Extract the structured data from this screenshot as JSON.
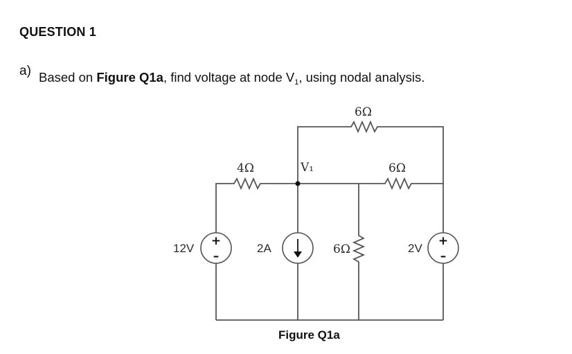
{
  "question": {
    "title": "QUESTION 1",
    "part_label": "a)",
    "text_before": "Based on ",
    "figure_ref": "Figure Q1a",
    "text_middle": ", find voltage at node V",
    "node_subscript": "1",
    "text_after": ", using nodal analysis."
  },
  "circuit": {
    "node_label": "V₁",
    "resistor_top": "6Ω",
    "resistor_left": "4Ω",
    "resistor_right": "6Ω",
    "resistor_vertical": "6Ω",
    "source_left": "12V",
    "current_source": "2A",
    "source_right": "2V",
    "plus_sign": "+",
    "minus_sign": "–"
  },
  "figure": {
    "caption": "Figure Q1a"
  },
  "colors": {
    "wire": "#555555",
    "text": "#111111"
  }
}
